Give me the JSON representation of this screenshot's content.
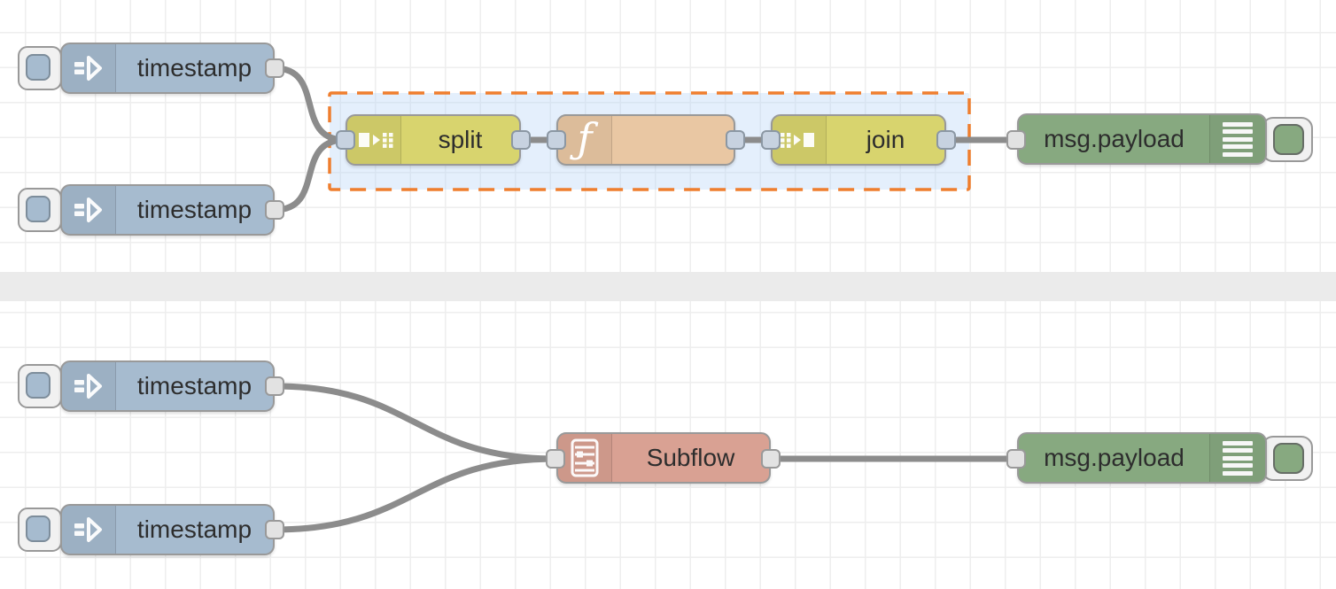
{
  "app": "node-red-flow-editor",
  "nodes": {
    "inject_top_1": {
      "type": "inject",
      "label": "timestamp",
      "icon": "inject-arrow-icon"
    },
    "inject_top_2": {
      "type": "inject",
      "label": "timestamp",
      "icon": "inject-arrow-icon"
    },
    "split": {
      "type": "split",
      "label": "split",
      "icon": "split-icon"
    },
    "function": {
      "type": "function",
      "label": "",
      "icon": "function-f-icon"
    },
    "join": {
      "type": "join",
      "label": "join",
      "icon": "join-icon"
    },
    "debug_top": {
      "type": "debug",
      "label": "msg.payload",
      "icon": "debug-list-icon"
    },
    "inject_bottom_1": {
      "type": "inject",
      "label": "timestamp",
      "icon": "inject-arrow-icon"
    },
    "inject_bottom_2": {
      "type": "inject",
      "label": "timestamp",
      "icon": "inject-arrow-icon"
    },
    "subflow": {
      "type": "subflow",
      "label": "Subflow",
      "icon": "subflow-icon"
    },
    "debug_bottom": {
      "type": "debug",
      "label": "msg.payload",
      "icon": "debug-list-icon"
    }
  },
  "selection": {
    "contains": [
      "split",
      "function",
      "join"
    ],
    "border_color": "#ef7e2e",
    "fill_color": "rgba(185,214,246,0.38)"
  },
  "palette": {
    "inject": "#a6bbcf",
    "split_join": "#d8d46e",
    "function": "#e9c7a3",
    "subflow": "#d9a193",
    "debug": "#87a980",
    "wire": "#8c8c8c",
    "node_border": "#999999",
    "grid_line": "#eeeeee",
    "divider_band": "#ebebeb",
    "label_text": "#2d2d2d"
  }
}
